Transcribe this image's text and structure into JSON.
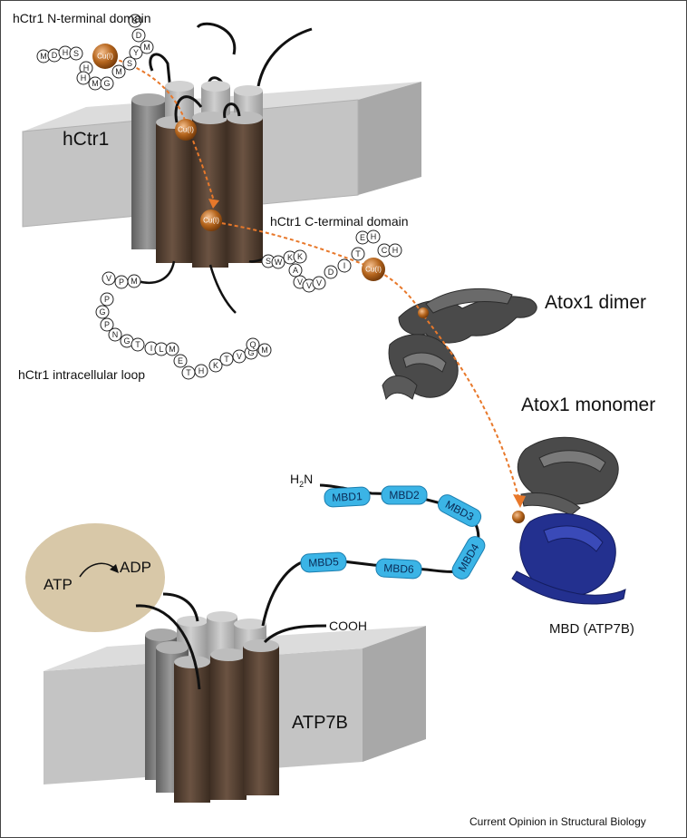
{
  "labels": {
    "ntd": "hCtr1 N-terminal domain",
    "hctr1": "hCtr1",
    "ctd": "hCtr1 C-terminal domain",
    "loop": "hCtr1 intracellular loop",
    "dimer": "Atox1 dimer",
    "monomer": "Atox1 monomer",
    "mbd": "MBD (ATP7B)",
    "atp7b": "ATP7B",
    "atp": "ATP",
    "adp": "ADP",
    "h2n_h": "H",
    "h2n_sub": "2",
    "h2n_n": "N",
    "cooh": "COOH",
    "credit": "Current Opinion in Structural Biology"
  },
  "copper_label": "Cu(I)",
  "residues": {
    "n_terminal": [
      "M",
      "D",
      "H",
      "S",
      "H",
      "H",
      "M",
      "G",
      "M",
      "S",
      "Y",
      "M",
      "D",
      "S"
    ],
    "c_terminal": [
      "S",
      "W",
      "K",
      "K",
      "A",
      "V",
      "V",
      "V",
      "D",
      "I",
      "T",
      "E",
      "H",
      "C",
      "H"
    ],
    "loop": [
      "V",
      "P",
      "M",
      "P",
      "G",
      "P",
      "N",
      "G",
      "T",
      "I",
      "L",
      "M",
      "E",
      "T",
      "H",
      "K",
      "T",
      "V",
      "G",
      "Q",
      "M"
    ]
  },
  "mbd_domains": [
    "MBD1",
    "MBD2",
    "MBD3",
    "MBD4",
    "MBD5",
    "MBD6"
  ],
  "colors": {
    "membrane": "#c8c8c8",
    "helix_brown": "#5a4536",
    "helix_gray": "#8a8a8a",
    "copper": "#b5651d",
    "path": "#e8782a",
    "mbd_pill": "#3bb4e6",
    "protein_gray": "#4a4a4a",
    "protein_blue": "#23308f",
    "atp_domain": "#d8c8a8"
  }
}
